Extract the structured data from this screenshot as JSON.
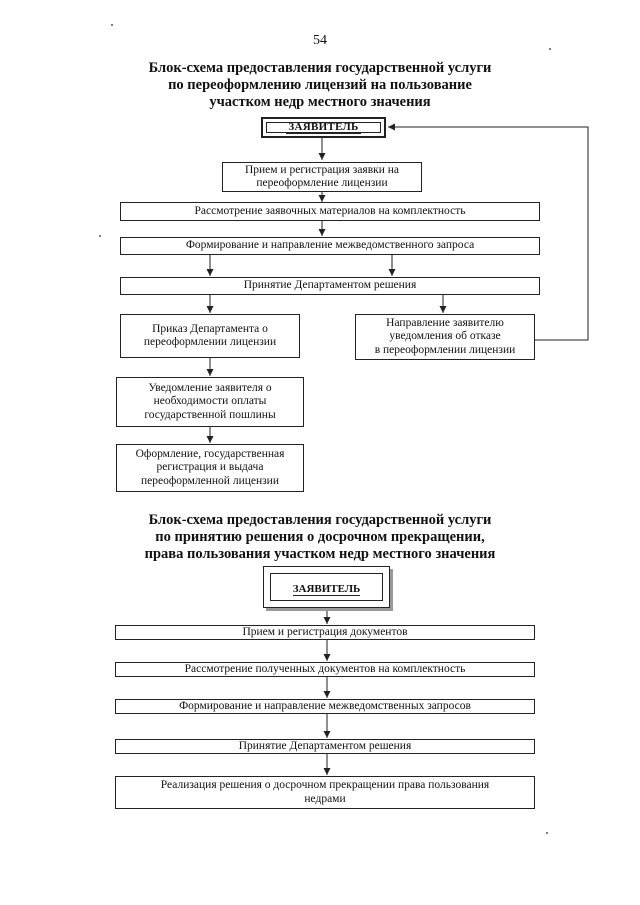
{
  "page_number": "54",
  "diagram1": {
    "title_lines": [
      "Блок-схема предоставления государственной услуги",
      "по переоформлению лицензий на пользование",
      "участком недр местного значения"
    ],
    "applicant": "ЗАЯВИТЕЛЬ",
    "step_receive": [
      "Прием и регистрация заявки на",
      "переоформление лицензии"
    ],
    "step_review": "Рассмотрение заявочных материалов на комплектность",
    "step_request": "Формирование и направление межведомственного запроса",
    "step_decision": "Принятие Департаментом решения",
    "step_order": [
      "Приказ Департамента о",
      "переоформлении лицензии"
    ],
    "step_refusal": [
      "Направление заявителю",
      "уведомления об отказе",
      "в переоформлении лицензии"
    ],
    "step_fee": [
      "Уведомление заявителя о",
      "необходимости оплаты",
      "государственной пошлины"
    ],
    "step_issue": [
      "Оформление, государственная",
      "регистрация и выдача",
      "переоформленной лицензии"
    ]
  },
  "diagram2": {
    "title_lines": [
      "Блок-схема предоставления государственной услуги",
      "по принятию решения о досрочном прекращении,",
      "права пользования участком недр местного значения"
    ],
    "applicant": "ЗАЯВИТЕЛЬ",
    "step_receive": "Прием и регистрация документов",
    "step_review": "Рассмотрение полученных документов на комплектность",
    "step_requests": "Формирование и направление межведомственных запросов",
    "step_decision": "Принятие Департаментом решения",
    "step_realize": [
      "Реализация решения о досрочном прекращении права пользования",
      "недрами"
    ]
  }
}
